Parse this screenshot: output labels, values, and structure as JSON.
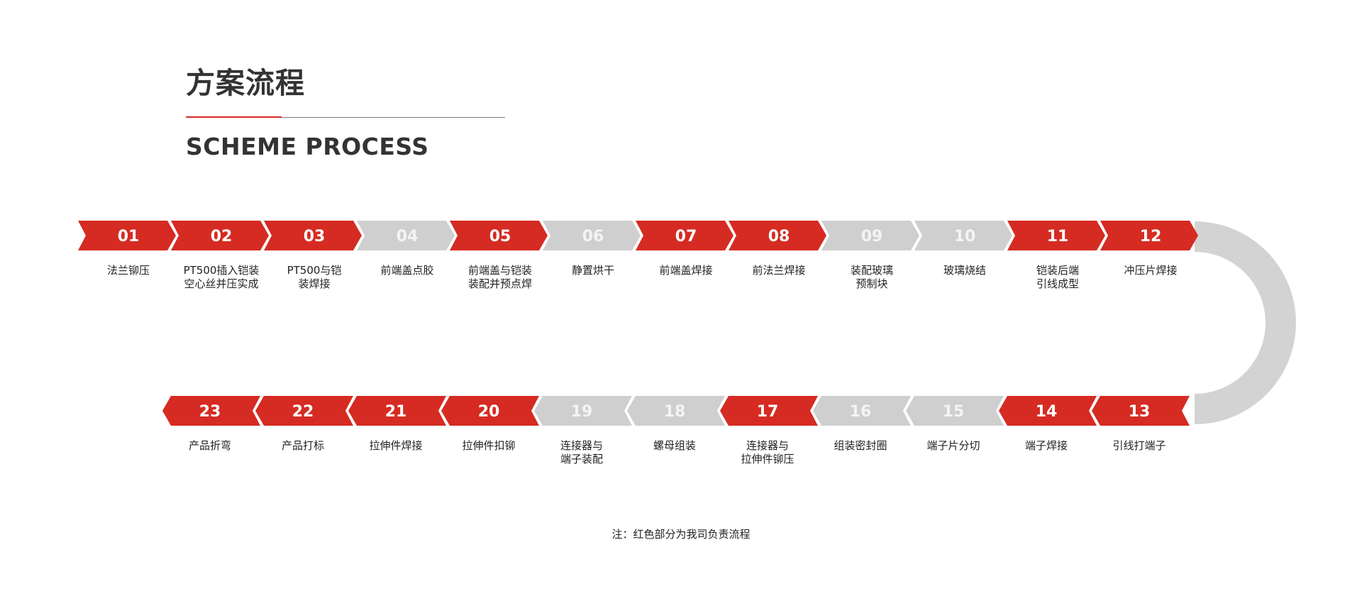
{
  "header": {
    "title_cn": "方案流程",
    "title_en": "SCHEME PROCESS"
  },
  "colors": {
    "company": "#d52b22",
    "other": "#cfcfcf",
    "connector": "#d3d3d3",
    "text_dark": "#333333"
  },
  "process": {
    "steps": [
      {
        "number": "01",
        "label": "法兰铆压",
        "owner": "company"
      },
      {
        "number": "02",
        "label": "PT500插入铠装\n空心丝并压实成",
        "owner": "company"
      },
      {
        "number": "03",
        "label": "PT500与铠\n装焊接",
        "owner": "company"
      },
      {
        "number": "04",
        "label": "前端盖点胶",
        "owner": "other"
      },
      {
        "number": "05",
        "label": "前端盖与铠装\n装配并预点焊",
        "owner": "company"
      },
      {
        "number": "06",
        "label": "静置烘干",
        "owner": "other"
      },
      {
        "number": "07",
        "label": "前端盖焊接",
        "owner": "company"
      },
      {
        "number": "08",
        "label": "前法兰焊接",
        "owner": "company"
      },
      {
        "number": "09",
        "label": "装配玻璃\n预制块",
        "owner": "other"
      },
      {
        "number": "10",
        "label": "玻璃烧结",
        "owner": "other"
      },
      {
        "number": "11",
        "label": "铠装后端\n引线成型",
        "owner": "company"
      },
      {
        "number": "12",
        "label": "冲压片焊接",
        "owner": "company"
      },
      {
        "number": "13",
        "label": "引线打端子",
        "owner": "company"
      },
      {
        "number": "14",
        "label": "端子焊接",
        "owner": "company"
      },
      {
        "number": "15",
        "label": "端子片分切",
        "owner": "other"
      },
      {
        "number": "16",
        "label": "组装密封圈",
        "owner": "other"
      },
      {
        "number": "17",
        "label": "连接器与\n拉伸件铆压",
        "owner": "company"
      },
      {
        "number": "18",
        "label": "螺母组装",
        "owner": "other"
      },
      {
        "number": "19",
        "label": "连接器与\n端子装配",
        "owner": "other"
      },
      {
        "number": "20",
        "label": "拉伸件扣铆",
        "owner": "company"
      },
      {
        "number": "21",
        "label": "拉伸件焊接",
        "owner": "company"
      },
      {
        "number": "22",
        "label": "产品打标",
        "owner": "company"
      },
      {
        "number": "23",
        "label": "产品折弯",
        "owner": "company"
      }
    ]
  },
  "footnote": "注：红色部分为我司负责流程"
}
